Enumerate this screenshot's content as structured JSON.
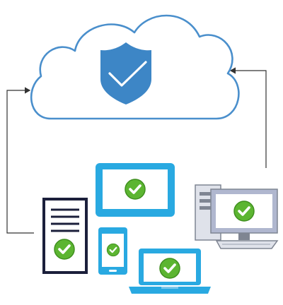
{
  "diagram": {
    "nodes": [
      {
        "id": "cloud",
        "kind": "cloud",
        "icon": "shield-check-icon"
      },
      {
        "id": "server",
        "kind": "server-tower",
        "icon": "check-badge-icon"
      },
      {
        "id": "tablet",
        "kind": "tablet",
        "icon": "check-badge-icon"
      },
      {
        "id": "phone",
        "kind": "smartphone",
        "icon": "check-badge-icon"
      },
      {
        "id": "laptop",
        "kind": "laptop",
        "icon": "check-badge-icon"
      },
      {
        "id": "desktop",
        "kind": "desktop-computer",
        "icon": "check-badge-icon"
      }
    ],
    "connectors": [
      {
        "from": "server",
        "to": "cloud",
        "side": "left",
        "arrow": true
      },
      {
        "from": "desktop",
        "to": "cloud",
        "side": "right",
        "arrow": true
      }
    ]
  },
  "colors": {
    "cloud_outline": "#4a8fcc",
    "shield": "#3d86c6",
    "device_blue": "#29a9e1",
    "server_outline": "#1b1f3b",
    "check_green": "#5cb531",
    "desktop_gray": "#7f8592",
    "desktop_frame": "#b0b7cf",
    "connector": "#333333"
  }
}
